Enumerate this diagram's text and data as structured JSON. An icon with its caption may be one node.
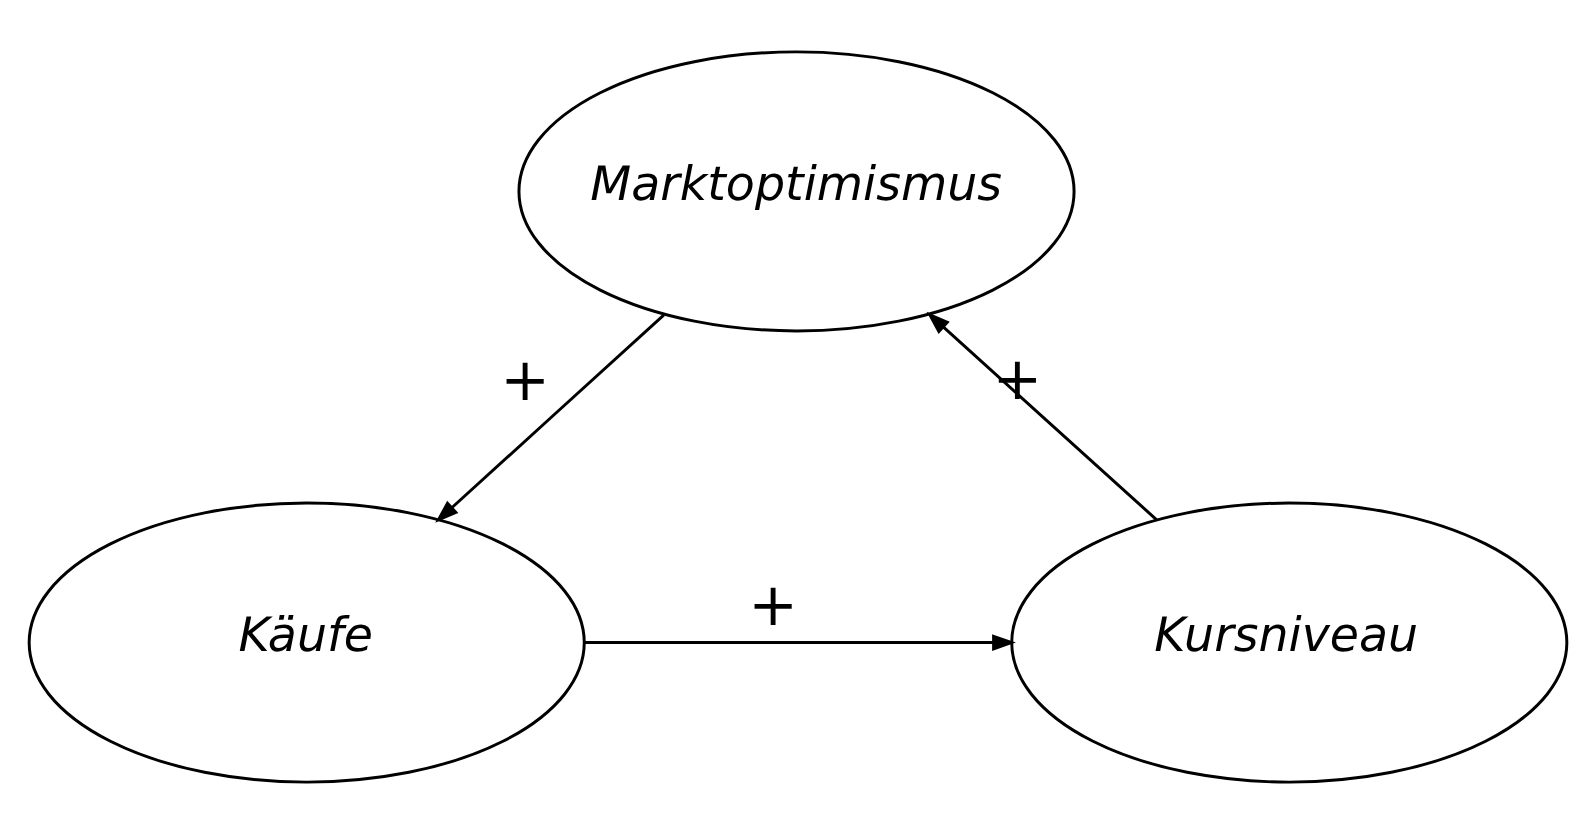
{
  "diagram": {
    "nodes": [
      {
        "text": [
          "Marktoptimismus"
        ]
      },
      {
        "text": [
          "Käufe"
        ]
      },
      {
        "text": [
          "Kursniveau"
        ]
      }
    ],
    "edges": [
      {
        "from": 0,
        "to": 1,
        "arrow": "to",
        "label": "+"
      },
      {
        "from": 1,
        "to": 2,
        "arrow": "to",
        "label": "+"
      },
      {
        "from": 2,
        "to": 0,
        "arrow": "to",
        "label": "+"
      }
    ]
  }
}
